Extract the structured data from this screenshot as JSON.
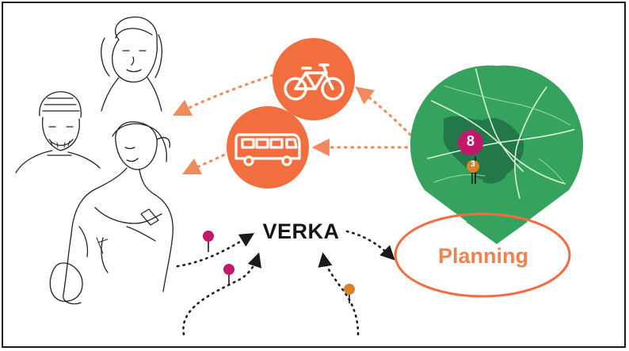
{
  "labels": {
    "hub": "VERKA",
    "planning": "Planning",
    "map_count_large": "8",
    "map_count_small": "3"
  },
  "icons": {
    "bicycle": "bicycle-icon",
    "minibus": "minibus-icon",
    "map_pin": "map-pin-icon",
    "location_marker": "location-marker-icon"
  },
  "colors": {
    "accent_orange": "#f26e3f",
    "dotted_orange": "#f28a5e",
    "map_green": "#35a35e",
    "map_dark_green": "#23784a",
    "marker_magenta": "#c2186b",
    "marker_orange": "#d9822b",
    "planning_text": "#f0824f",
    "frame": "#1a1a1a"
  }
}
